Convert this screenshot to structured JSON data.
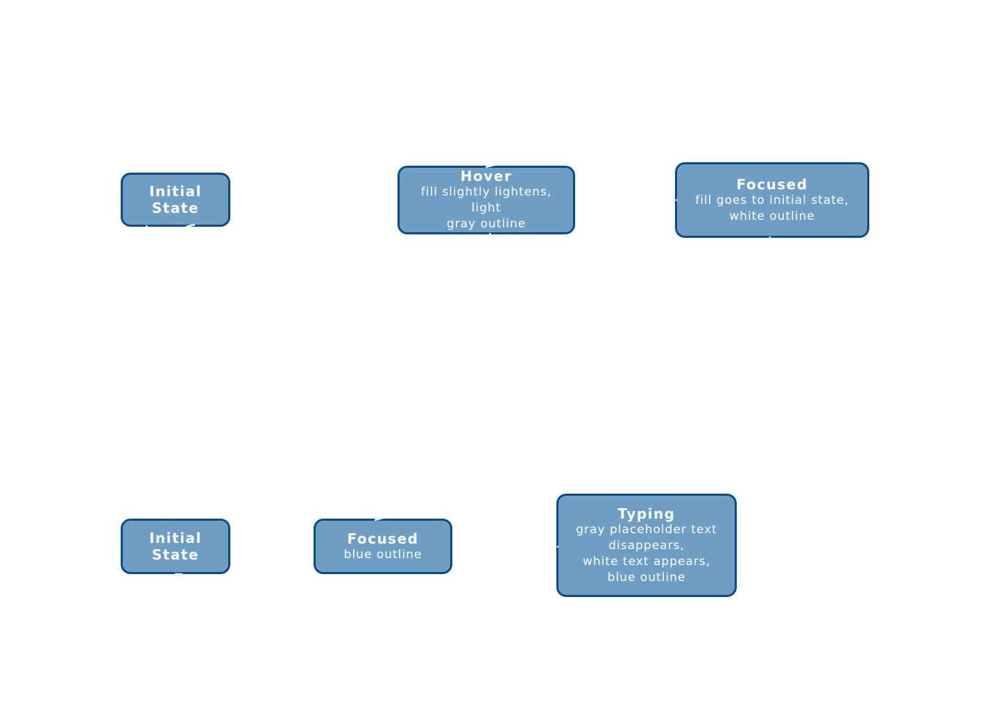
{
  "diagram": {
    "states_row_1": {
      "initial": {
        "title": "Initial State"
      },
      "hover": {
        "title": "Hover",
        "desc": "fill slightly lightens, light\ngray outline"
      },
      "focused": {
        "title": "Focused",
        "desc": "fill goes to initial state,\nwhite outline"
      }
    },
    "states_row_2": {
      "initial": {
        "title": "Initial State"
      },
      "focused": {
        "title": "Focused",
        "desc": "blue outline"
      },
      "typing": {
        "title": "Typing",
        "desc": "gray placeholder text\ndisappears,\nwhite text appears,\nblue outline"
      }
    },
    "colors": {
      "node_fill": "#6f9ec5",
      "node_border": "#0b4a80",
      "node_text": "#ffffff",
      "background": "#ffffff"
    }
  }
}
